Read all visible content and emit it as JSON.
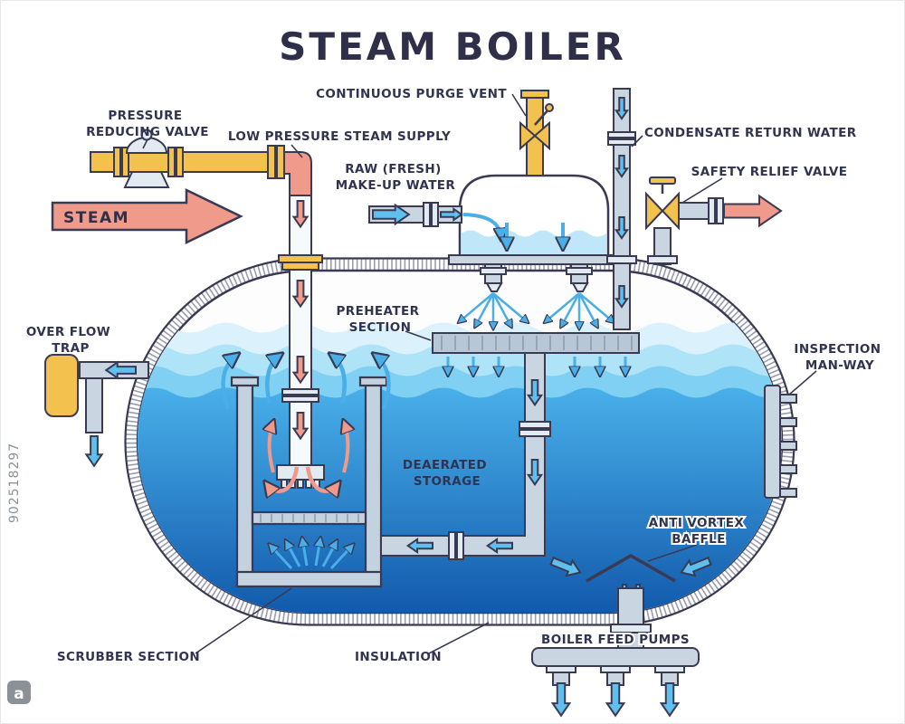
{
  "title": "STEAM BOILER",
  "watermark": {
    "id": "902518297",
    "logo": "a"
  },
  "labels": {
    "pressure_reducing_valve_1": "PRESSURE",
    "pressure_reducing_valve_2": "REDUCING VALVE",
    "low_pressure_steam_supply": "LOW PRESSURE STEAM SUPPLY",
    "continuous_purge_vent": "CONTINUOUS PURGE VENT",
    "condensate_return_water": "CONDENSATE RETURN WATER",
    "raw_makeup_water_1": "RAW (FRESH)",
    "raw_makeup_water_2": "MAKE-UP WATER",
    "safety_relief_valve": "SAFETY RELIEF VALVE",
    "steam": "STEAM",
    "overflow_trap_1": "OVER FLOW",
    "overflow_trap_2": "TRAP",
    "preheater_section_1": "PREHEATER",
    "preheater_section_2": "SECTION",
    "inspection_manway_1": "INSPECTION",
    "inspection_manway_2": "MAN-WAY",
    "deaerated_storage_1": "DEAERATED",
    "deaerated_storage_2": "STORAGE",
    "anti_vortex_baffle_1": "ANTI VORTEX",
    "anti_vortex_baffle_2": "BAFFLE",
    "scrubber_section": "SCRUBBER SECTION",
    "insulation": "INSULATION",
    "boiler_feed_pumps": "BOILER FEED PUMPS"
  },
  "colors": {
    "outline": "#3a3a52",
    "steam_flow": "#ef9a8a",
    "water_flow": "#4aaee8",
    "valve_yellow": "#f2c14e",
    "pipe_gray": "#c9d6e2",
    "water_surface": "#dbf2fc",
    "water_deep": "#0d52a6",
    "insulation_hatch": "#999db0"
  }
}
